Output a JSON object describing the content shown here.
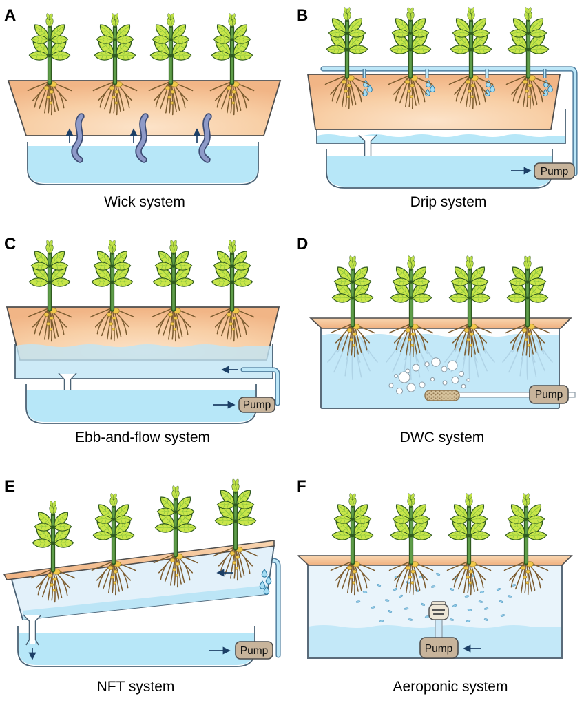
{
  "figure": {
    "panels": [
      {
        "letter": "A",
        "caption": "Wick system",
        "plant_count": 4,
        "has_pump": false
      },
      {
        "letter": "B",
        "caption": "Drip system",
        "plant_count": 4,
        "has_pump": true,
        "pump_label": "Pump"
      },
      {
        "letter": "C",
        "caption": "Ebb-and-flow system",
        "plant_count": 4,
        "has_pump": true,
        "pump_label": "Pump"
      },
      {
        "letter": "D",
        "caption": "DWC system",
        "plant_count": 4,
        "has_pump": true,
        "pump_label": "Pump"
      },
      {
        "letter": "E",
        "caption": "NFT system",
        "plant_count": 4,
        "has_pump": true,
        "pump_label": "Pump"
      },
      {
        "letter": "F",
        "caption": "Aeroponic system",
        "plant_count": 4,
        "has_pump": true,
        "pump_label": "Pump"
      }
    ],
    "colors": {
      "tray_orange": "#f5c79c",
      "water_blue": "#b7e7f8",
      "pale_water": "#e9f4fb",
      "pump_tan": "#c8b49b",
      "wick_purple": "#8e9ac8",
      "leaf_green": "#c9e64a",
      "stem_green": "#5f9e4a",
      "root_brown": "#7b5b2f",
      "arrow_navy": "#1c3f66",
      "outline_gray": "#4a6275"
    }
  }
}
